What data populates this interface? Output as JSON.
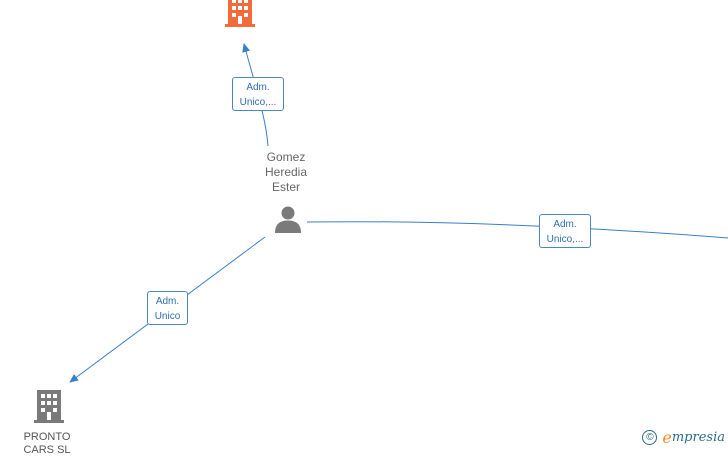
{
  "nodes": {
    "person": {
      "name": "Gomez\nHeredia\nEster"
    },
    "company_left": {
      "name": "PRONTO\nCARS SL"
    }
  },
  "edges": {
    "top": {
      "label": "Adm.\nUnico,..."
    },
    "right": {
      "label": "Adm.\nUnico,..."
    },
    "left": {
      "label": "Adm.\nUnico"
    }
  },
  "colors": {
    "edge": "#3a7fcc",
    "highlight_company": "#f26b3a",
    "company": "#7a7a7a",
    "person": "#7a7a7a"
  },
  "icons": {
    "person": "person-icon",
    "company": "building-icon"
  },
  "watermark": {
    "copyright": "©",
    "brand_first": "e",
    "brand_rest": "mpresia"
  }
}
